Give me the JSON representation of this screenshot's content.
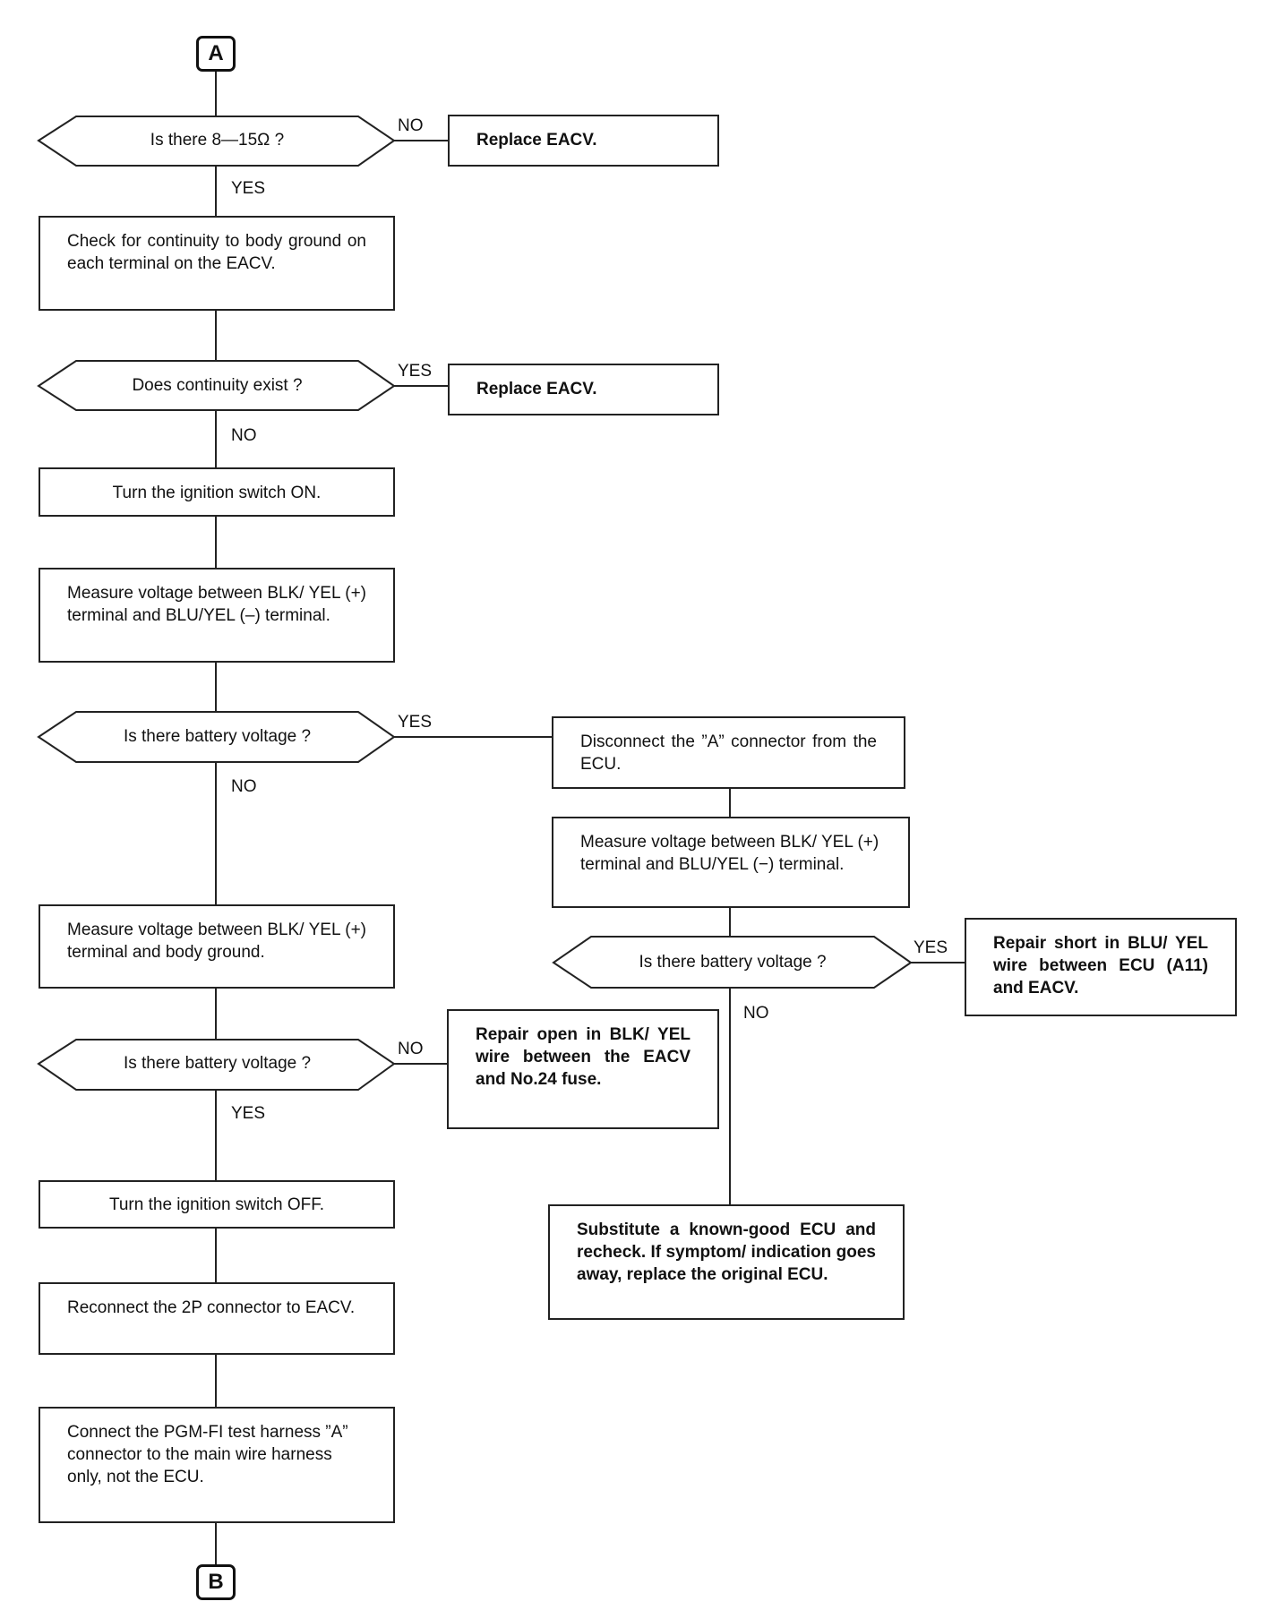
{
  "connectors": {
    "top": "A",
    "bottom": "B"
  },
  "decisions": {
    "resistance": "Is there 8—15Ω ?",
    "continuity": "Does continuity exist ?",
    "battery1": "Is there battery voltage ?",
    "battery2": "Is there battery voltage ?",
    "battery3": "Is there battery voltage ?"
  },
  "steps": {
    "check_continuity": "Check for continuity to body ground on each terminal on the EACV.",
    "ignition_on": "Turn the ignition switch ON.",
    "measure_blu_yel": "Measure voltage between BLK/ YEL (+) terminal and BLU/YEL (–) terminal.",
    "measure_body_ground": "Measure voltage between BLK/ YEL (+) terminal and body ground.",
    "ignition_off": "Turn the ignition switch OFF.",
    "reconnect_2p": "Reconnect the 2P connector to EACV.",
    "connect_test_harness": "Connect the PGM-FI test harness ”A” connector to the main wire harness only, not the ECU.",
    "disconnect_a": "Disconnect the ”A” connector from the ECU.",
    "measure_ecu": "Measure voltage between BLK/ YEL (+) terminal and BLU/YEL (−) terminal."
  },
  "actions": {
    "replace_eacv_1": "Replace EACV.",
    "replace_eacv_2": "Replace EACV.",
    "repair_short": "Repair short in BLU/ YEL wire between ECU (A11) and EACV.",
    "repair_open": "Repair open in BLK/ YEL wire between the EACV and No.24 fuse.",
    "substitute_ecu": "Substitute a known-good ECU and recheck. If symptom/ indication goes away, replace the original ECU."
  },
  "labels": {
    "yes": "YES",
    "no": "NO"
  }
}
